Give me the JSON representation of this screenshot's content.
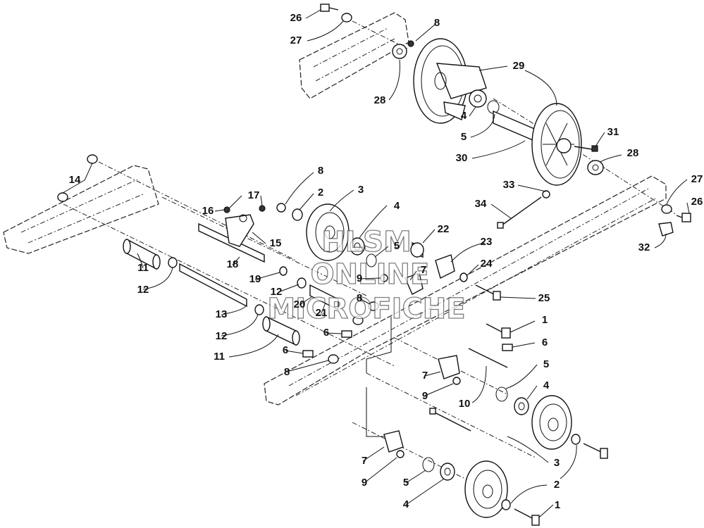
{
  "watermark": {
    "line1": "HLSM",
    "line2": "ONLINE",
    "line3": "MICROFICHE"
  },
  "callouts": [
    {
      "id": "c26a",
      "label": "26"
    },
    {
      "id": "c27a",
      "label": "27"
    },
    {
      "id": "c8a",
      "label": "8"
    },
    {
      "id": "c29",
      "label": "29"
    },
    {
      "id": "c28a",
      "label": "28"
    },
    {
      "id": "c4a",
      "label": "4"
    },
    {
      "id": "c5a",
      "label": "5"
    },
    {
      "id": "c30",
      "label": "30"
    },
    {
      "id": "c31",
      "label": "31"
    },
    {
      "id": "c28b",
      "label": "28"
    },
    {
      "id": "c14",
      "label": "14"
    },
    {
      "id": "c8b",
      "label": "8"
    },
    {
      "id": "c2a",
      "label": "2"
    },
    {
      "id": "c3a",
      "label": "3"
    },
    {
      "id": "c17",
      "label": "17"
    },
    {
      "id": "c16",
      "label": "16"
    },
    {
      "id": "c15",
      "label": "15"
    },
    {
      "id": "c4b",
      "label": "4"
    },
    {
      "id": "c5b",
      "label": "5"
    },
    {
      "id": "c22",
      "label": "22"
    },
    {
      "id": "c33",
      "label": "33"
    },
    {
      "id": "c34",
      "label": "34"
    },
    {
      "id": "c27b",
      "label": "27"
    },
    {
      "id": "c26b",
      "label": "26"
    },
    {
      "id": "c32",
      "label": "32"
    },
    {
      "id": "c23",
      "label": "23"
    },
    {
      "id": "c24",
      "label": "24"
    },
    {
      "id": "c7a",
      "label": "7"
    },
    {
      "id": "c9a",
      "label": "9"
    },
    {
      "id": "c11a",
      "label": "11"
    },
    {
      "id": "c12a",
      "label": "12"
    },
    {
      "id": "c18",
      "label": "18"
    },
    {
      "id": "c19",
      "label": "19"
    },
    {
      "id": "c12b",
      "label": "12"
    },
    {
      "id": "c25",
      "label": "25"
    },
    {
      "id": "c8c",
      "label": "8"
    },
    {
      "id": "c20",
      "label": "20"
    },
    {
      "id": "c21",
      "label": "21"
    },
    {
      "id": "c13",
      "label": "13"
    },
    {
      "id": "c12c",
      "label": "12"
    },
    {
      "id": "c6a",
      "label": "6"
    },
    {
      "id": "c1a",
      "label": "1"
    },
    {
      "id": "c6b",
      "label": "6"
    },
    {
      "id": "c11b",
      "label": "11"
    },
    {
      "id": "c6c",
      "label": "6"
    },
    {
      "id": "c8d",
      "label": "8"
    },
    {
      "id": "c5c",
      "label": "5"
    },
    {
      "id": "c7b",
      "label": "7"
    },
    {
      "id": "c4c",
      "label": "4"
    },
    {
      "id": "c9b",
      "label": "9"
    },
    {
      "id": "c10",
      "label": "10"
    },
    {
      "id": "c7c",
      "label": "7"
    },
    {
      "id": "c3b",
      "label": "3"
    },
    {
      "id": "c9c",
      "label": "9"
    },
    {
      "id": "c5d",
      "label": "5"
    },
    {
      "id": "c2b",
      "label": "2"
    },
    {
      "id": "c4d",
      "label": "4"
    },
    {
      "id": "c1b",
      "label": "1"
    }
  ]
}
